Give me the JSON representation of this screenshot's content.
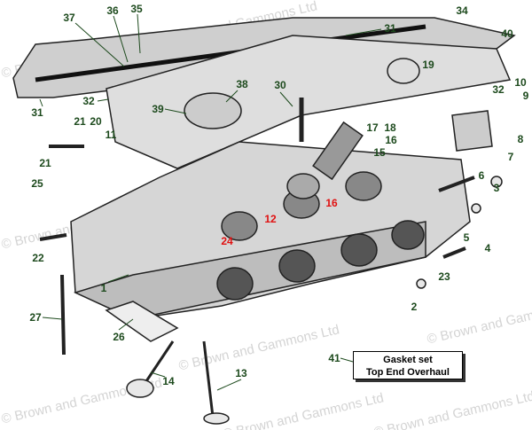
{
  "watermark": "© Brown and Gammons Ltd",
  "colors": {
    "label": "#1d4a1d",
    "highlight_label": "#e01010"
  },
  "labels": {
    "l37": "37",
    "l36": "36",
    "l35": "35",
    "l31a": "31",
    "l34": "34",
    "l40": "40",
    "l31b": "31",
    "l32a": "32",
    "l38": "38",
    "l39": "39",
    "l30": "30",
    "l19": "19",
    "l32b": "32",
    "l10": "10",
    "l9": "9",
    "l17": "17",
    "l18": "18",
    "l16a": "16",
    "l15": "15",
    "l21a": "21",
    "l20": "20",
    "l11": "11",
    "l8": "8",
    "l7": "7",
    "l21b": "21",
    "l6": "6",
    "l25": "25",
    "l3": "3",
    "l16b": "16",
    "l12": "12",
    "l5": "5",
    "l4": "4",
    "l24": "24",
    "l22": "22",
    "l23": "23",
    "l1": "1",
    "l2": "2",
    "l27": "27",
    "l26": "26",
    "l41": "41",
    "l13": "13",
    "l14": "14"
  },
  "gasket_box": {
    "line1": "Gasket set",
    "line2": "Top End Overhaul"
  }
}
